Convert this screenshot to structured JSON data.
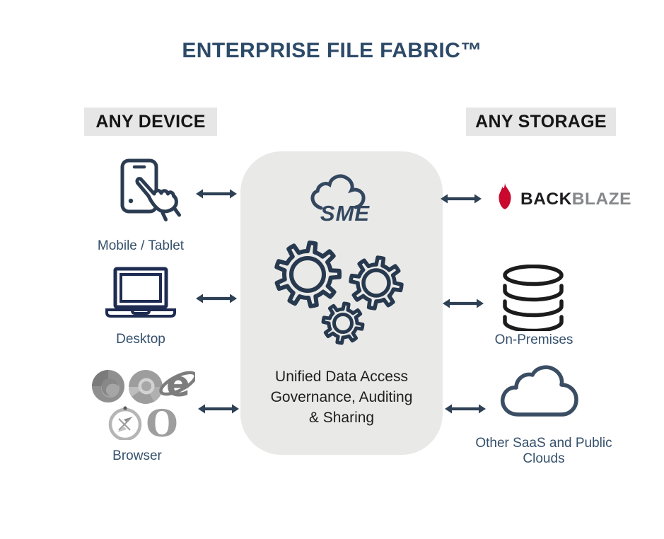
{
  "title": "ENTERPRISE FILE FABRIC™",
  "left_column": {
    "header": "ANY DEVICE",
    "items": [
      {
        "icon": "mobile-touch-icon",
        "label": "Mobile / Tablet"
      },
      {
        "icon": "laptop-icon",
        "label": "Desktop"
      },
      {
        "icon": "browser-logos",
        "label": "Browser",
        "browsers": [
          "Firefox",
          "Chrome",
          "Internet Explorer",
          "Safari",
          "Opera"
        ]
      }
    ]
  },
  "center_box": {
    "logo_text": "SME",
    "icon": "gears-icon",
    "caption_lines": [
      "Unified Data Access",
      "Governance, Auditing",
      "& Sharing"
    ]
  },
  "right_column": {
    "header": "ANY STORAGE",
    "items": [
      {
        "icon": "backblaze-logo",
        "brand_back": "BACK",
        "brand_blaze": "BLAZE"
      },
      {
        "icon": "database-icon",
        "label": "On-Premises"
      },
      {
        "icon": "cloud-icon",
        "label": "Other SaaS and Public Clouds"
      }
    ]
  },
  "colors": {
    "title_navy": "#2d4a68",
    "icon_navy": "#2b3c52",
    "label_navy": "#35506b",
    "arrow_navy": "#2e4155",
    "panel_gray": "#e9e9e8",
    "header_gray": "#e6e6e6",
    "backblaze_red": "#c9092e",
    "brand_black": "#1d1d1f",
    "brand_gray": "#85878a",
    "caption_black": "#1e1e1e"
  }
}
